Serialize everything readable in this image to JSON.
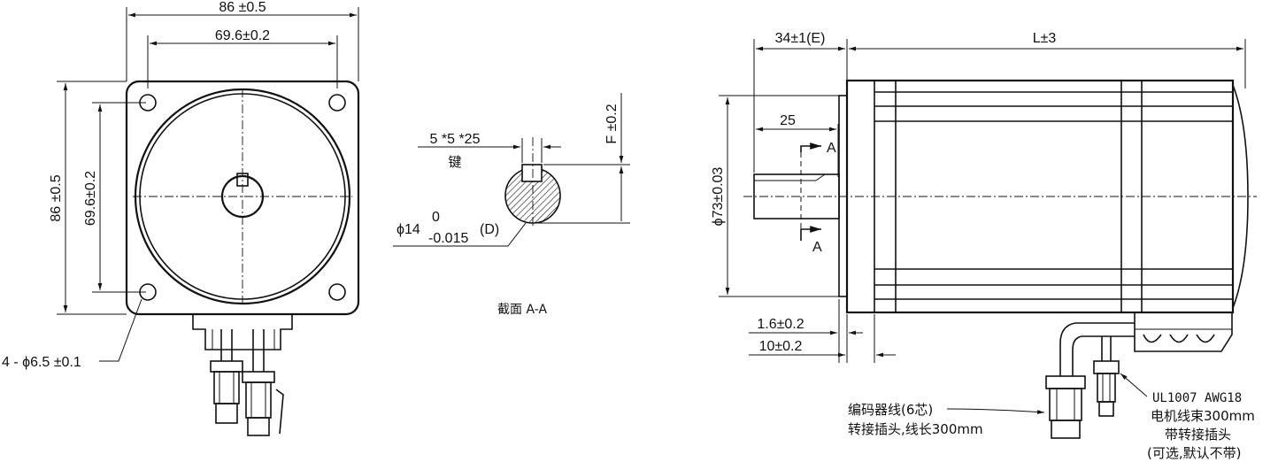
{
  "front_view": {
    "dim_width_outer": "86 ±0.5",
    "dim_width_holes": "69.6±0.2",
    "dim_height_outer": "86 ±0.5",
    "dim_height_holes": "69.6±0.2",
    "mount_holes": "4 - ϕ6.5 ±0.1"
  },
  "section_view": {
    "key_dim": "5 *5 *25",
    "key_label": "键",
    "flat_dim": "F ±0.2",
    "shaft_dia": "ϕ14",
    "tol_upper": "0",
    "tol_lower": "-0.015",
    "tol_code": "(D)",
    "caption": "截面  A-A"
  },
  "side_view": {
    "dim_flange": "34±1(E)",
    "dim_length": "L±3",
    "dim_shaft": "25",
    "dim_pilot": "ϕ73±0.03",
    "dim_step1": "1.6±0.2",
    "dim_step2": "10±0.2",
    "section_mark": "A"
  },
  "notes": {
    "encoder_line1": "编码器线(6芯)",
    "encoder_line2": "转接插头,线长300mm",
    "motor_line1": "UL1007 AWG18",
    "motor_line2": "电机线束300mm",
    "motor_line3": "带转接插头",
    "motor_line4": "(可选,默认不带)"
  }
}
